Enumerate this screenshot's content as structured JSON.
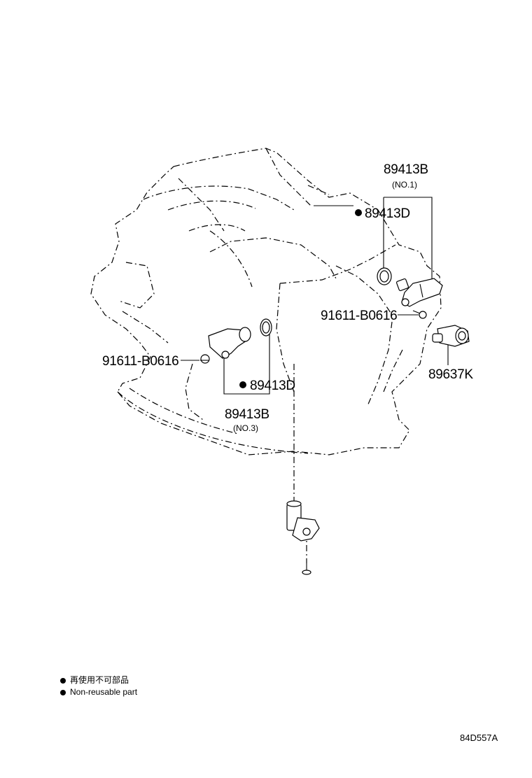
{
  "labels": {
    "p_89413B_no1": "89413B",
    "p_89413B_no1_sub": "(NO.1)",
    "p_89413D_top": "89413D",
    "p_91611_right": "91611-B0616",
    "p_89637K": "89637K",
    "p_91611_left": "91611-B0616",
    "p_89413D_mid": "89413D",
    "p_89413B_no3": "89413B",
    "p_89413B_no3_sub": "(NO.3)"
  },
  "legend": {
    "jp": "再使用不可部品",
    "en": "Non-reusable part"
  },
  "figure_ref": "84D557A"
}
